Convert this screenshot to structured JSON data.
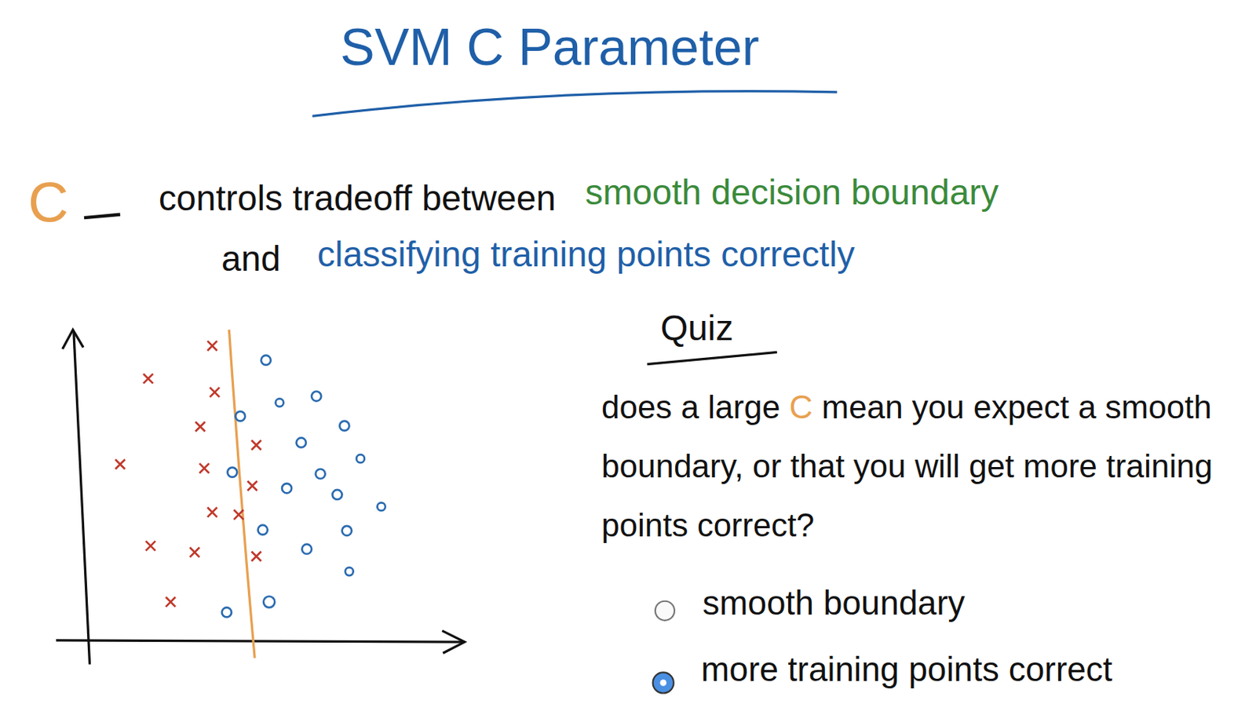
{
  "diagram": {
    "title": "SVM C Parameter",
    "labels": [
      "C",
      "controls tradeoff between",
      "smooth decision boundary",
      "and",
      "classifying training points correctly",
      "Quiz",
      "does a large",
      "C",
      "mean you expect a smooth boundary, or that you will get more training points correct?",
      "smooth boundary",
      "more training points correct"
    ]
  }
}
